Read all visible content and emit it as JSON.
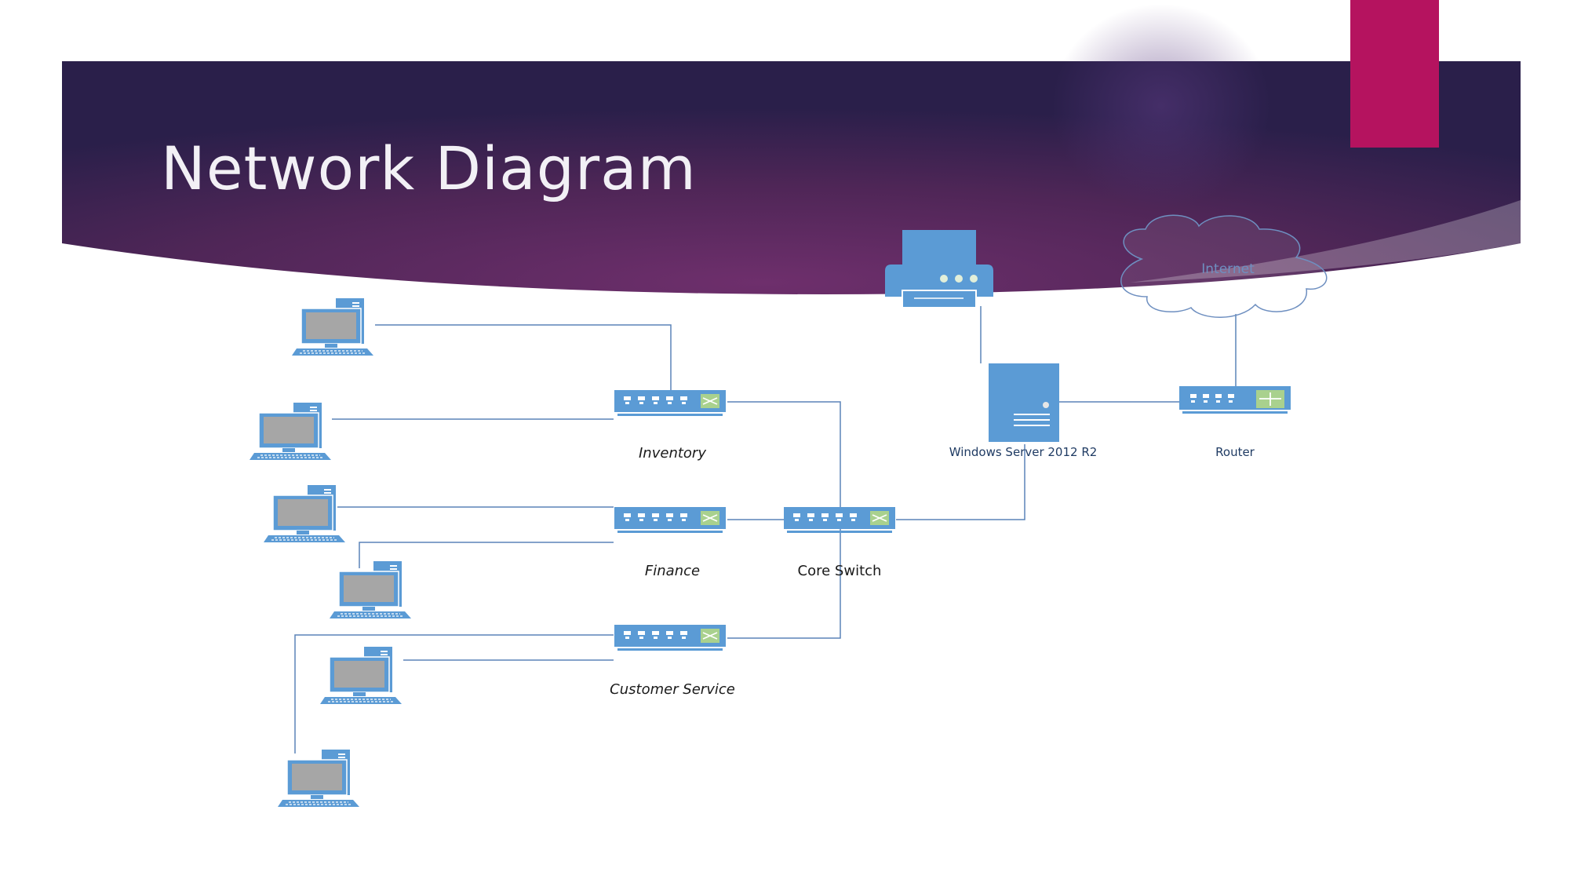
{
  "slide": {
    "title": "Network Diagram",
    "colors": {
      "banner": "#4a2558",
      "accent": "#b5135f",
      "device": "#5b9bd5",
      "link": "#5b84b8"
    }
  },
  "diagram": {
    "nodes": [
      {
        "id": "pc1",
        "type": "computer",
        "label": ""
      },
      {
        "id": "pc2",
        "type": "computer",
        "label": ""
      },
      {
        "id": "pc3",
        "type": "computer",
        "label": ""
      },
      {
        "id": "pc4",
        "type": "computer",
        "label": ""
      },
      {
        "id": "pc5",
        "type": "computer",
        "label": ""
      },
      {
        "id": "pc6",
        "type": "computer",
        "label": ""
      },
      {
        "id": "sw-inventory",
        "type": "switch",
        "label": "Inventory"
      },
      {
        "id": "sw-finance",
        "type": "switch",
        "label": "Finance"
      },
      {
        "id": "sw-customer-service",
        "type": "switch",
        "label": "Customer Service"
      },
      {
        "id": "sw-core",
        "type": "switch",
        "label": "Core Switch"
      },
      {
        "id": "server",
        "type": "server",
        "label": "Windows Server 2012 R2"
      },
      {
        "id": "router",
        "type": "router",
        "label": "Router"
      },
      {
        "id": "printer",
        "type": "printer",
        "label": ""
      },
      {
        "id": "internet",
        "type": "cloud",
        "label": "Internet"
      }
    ],
    "edges": [
      [
        "pc1",
        "sw-inventory"
      ],
      [
        "pc2",
        "sw-inventory"
      ],
      [
        "pc3",
        "sw-finance"
      ],
      [
        "pc4",
        "sw-finance"
      ],
      [
        "pc5",
        "sw-customer-service"
      ],
      [
        "pc6",
        "sw-customer-service"
      ],
      [
        "sw-inventory",
        "sw-core"
      ],
      [
        "sw-finance",
        "sw-core"
      ],
      [
        "sw-customer-service",
        "sw-core"
      ],
      [
        "sw-core",
        "server"
      ],
      [
        "server",
        "router"
      ],
      [
        "server",
        "printer"
      ],
      [
        "router",
        "internet"
      ]
    ]
  }
}
